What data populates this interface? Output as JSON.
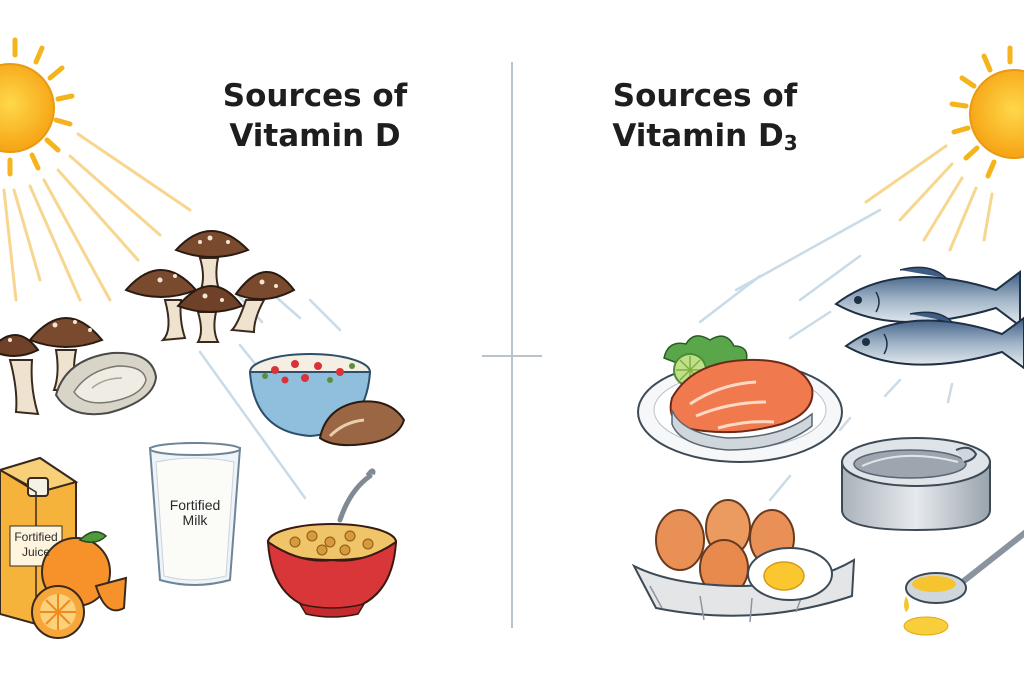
{
  "left_panel": {
    "title_line1": "Sources of",
    "title_line2": "Vitamin D",
    "juice_label_line1": "Fortified",
    "juice_label_line2": "Juice",
    "milk_label_line1": "Fortified",
    "milk_label_line2": "Milk"
  },
  "right_panel": {
    "title_line1": "Sources of",
    "title_line2_main": "Vitamin D",
    "title_line2_sub": "3"
  },
  "colors": {
    "sun": "#f7b41e",
    "sun_rays": "#f5c04a",
    "divider": "#b9c3cc",
    "mushroom": "#7a4a2e",
    "salmon": "#f07a4e",
    "bowl_red": "#d9363a",
    "juice": "#f5b33c"
  }
}
